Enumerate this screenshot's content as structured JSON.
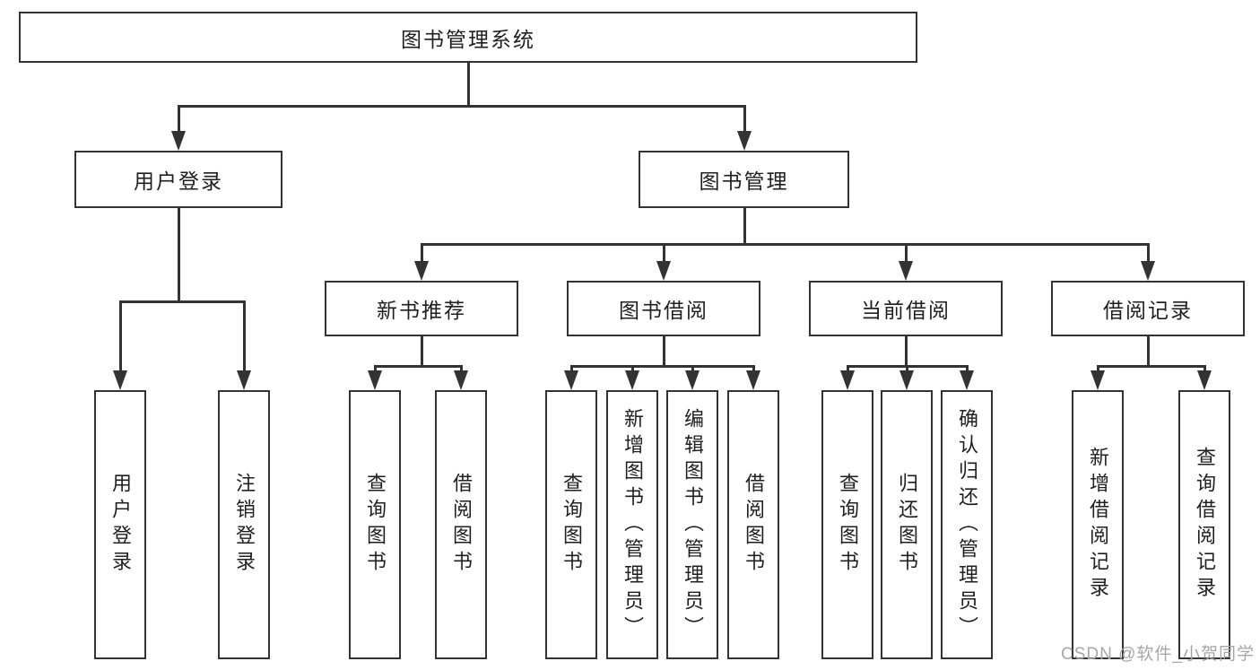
{
  "tree": {
    "root": {
      "label": "图书管理系统",
      "children": [
        {
          "label": "用户登录",
          "children": [
            {
              "label": "用户登录"
            },
            {
              "label": "注销登录"
            }
          ]
        },
        {
          "label": "图书管理",
          "children": [
            {
              "label": "新书推荐",
              "children": [
                {
                  "label": "查询图书"
                },
                {
                  "label": "借阅图书"
                }
              ]
            },
            {
              "label": "图书借阅",
              "children": [
                {
                  "label": "查询图书"
                },
                {
                  "label": "新增图书（管理员）"
                },
                {
                  "label": "编辑图书（管理员）"
                },
                {
                  "label": "借阅图书"
                }
              ]
            },
            {
              "label": "当前借阅",
              "children": [
                {
                  "label": "查询图书"
                },
                {
                  "label": "归还图书"
                },
                {
                  "label": "确认归还（管理员）"
                }
              ]
            },
            {
              "label": "借阅记录",
              "children": [
                {
                  "label": "新增借阅记录"
                },
                {
                  "label": "查询借阅记录"
                }
              ]
            }
          ]
        }
      ]
    }
  },
  "watermark": "CSDN @软件_小贺同学",
  "colors": {
    "line": "#333333",
    "text": "#1f1f1f",
    "watermark": "#a6a6a6",
    "background": "#ffffff"
  }
}
